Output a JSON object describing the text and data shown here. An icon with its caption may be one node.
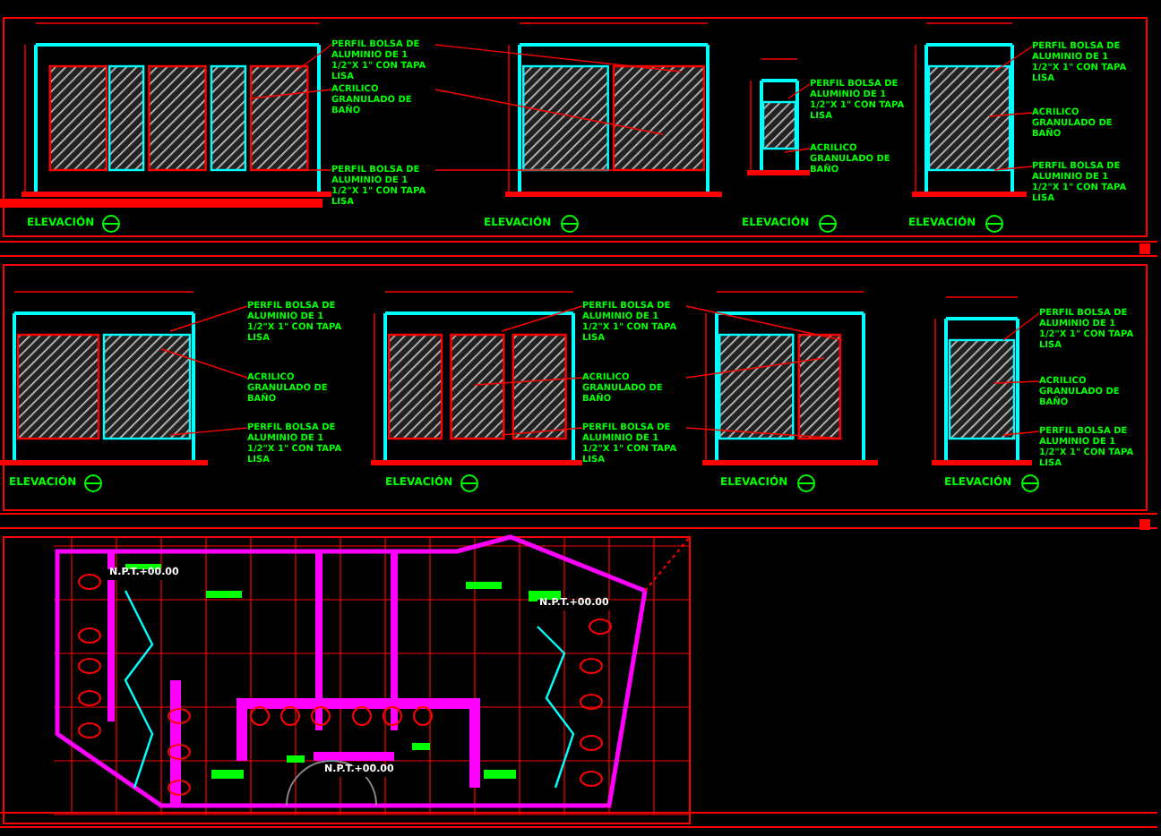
{
  "diagram": {
    "nodes": [
      {
        "text": [
          "PERFIL BOLSA DE ALUMINIO DE 1 1/2\"X 1\" CON TAPA LISA"
        ]
      },
      {
        "text": [
          "ACRILICO GRANULADO DE BAÑO"
        ]
      },
      {
        "text": [
          "PERFIL BOLSA DE ALUMINIO DE 1 1/2\"X 1\" CON TAPA LISA"
        ]
      },
      {
        "text": [
          "PERFIL BOLSA DE ALUMINIO DE 1 1/2\"X 1\" CON TAPA LISA"
        ]
      },
      {
        "text": [
          "ACRILICO GRANULADO DE BAÑO"
        ]
      },
      {
        "text": [
          "PERFIL BOLSA DE ALUMINIO DE 1 1/2\"X 1\" CON TAPA LISA"
        ]
      },
      {
        "text": [
          "ACRILICO GRANULADO DE BAÑO"
        ]
      },
      {
        "text": [
          "PERFIL BOLSA DE ALUMINIO DE 1 1/2\"X 1\" CON TAPA LISA"
        ]
      },
      {
        "text": [
          "PERFIL BOLSA DE ALUMINIO DE 1 1/2\"X 1\" CON TAPA LISA"
        ]
      },
      {
        "text": [
          "ACRILICO GRANULADO DE BAÑO"
        ]
      },
      {
        "text": [
          "PERFIL BOLSA DE ALUMINIO DE 1 1/2\"X 1\" CON TAPA LISA"
        ]
      },
      {
        "text": [
          "PERFIL BOLSA DE ALUMINIO DE 1 1/2\"X 1\" CON TAPA LISA"
        ]
      },
      {
        "text": [
          "ACRILICO GRANULADO DE BAÑO"
        ]
      },
      {
        "text": [
          "PERFIL BOLSA DE ALUMINIO DE 1 1/2\"X 1\" CON TAPA LISA"
        ]
      },
      {
        "text": [
          "PERFIL BOLSA DE ALUMINIO DE 1 1/2\"X 1\" CON TAPA LISA"
        ]
      },
      {
        "text": [
          "ACRILICO GRANULADO DE BAÑO"
        ]
      },
      {
        "text": [
          "PERFIL BOLSA DE ALUMINIO DE 1 1/2\"X 1\" CON TAPA LISA"
        ]
      }
    ],
    "edges": [
      {
        "from": 0,
        "to": null,
        "arrow": "none"
      },
      {
        "from": 0,
        "to": null,
        "arrow": "none"
      },
      {
        "from": 1,
        "to": null,
        "arrow": "none"
      },
      {
        "from": 1,
        "to": null,
        "arrow": "none"
      },
      {
        "from": 2,
        "to": null,
        "arrow": "none"
      },
      {
        "from": 2,
        "to": null,
        "arrow": "none"
      },
      {
        "from": 3,
        "to": null,
        "arrow": "none"
      },
      {
        "from": 4,
        "to": null,
        "arrow": "none"
      },
      {
        "from": 5,
        "to": null,
        "arrow": "none"
      },
      {
        "from": 6,
        "to": null,
        "arrow": "none"
      },
      {
        "from": 7,
        "to": null,
        "arrow": "none"
      },
      {
        "from": 8,
        "to": null,
        "arrow": "none"
      },
      {
        "from": 9,
        "to": null,
        "arrow": "none"
      },
      {
        "from": 10,
        "to": null,
        "arrow": "none"
      },
      {
        "from": 11,
        "to": null,
        "arrow": "none"
      },
      {
        "from": 11,
        "to": null,
        "arrow": "none"
      },
      {
        "from": 12,
        "to": null,
        "arrow": "none"
      },
      {
        "from": 12,
        "to": null,
        "arrow": "none"
      },
      {
        "from": 13,
        "to": null,
        "arrow": "none"
      },
      {
        "from": 13,
        "to": null,
        "arrow": "none"
      },
      {
        "from": 14,
        "to": null,
        "arrow": "none"
      },
      {
        "from": 15,
        "to": null,
        "arrow": "none"
      },
      {
        "from": 16,
        "to": null,
        "arrow": "none"
      }
    ],
    "labels": [
      "ELEVACIÓN",
      "ELEVACIÓN",
      "ELEVACIÓN",
      "ELEVACIÓN",
      "ELEVACIÓN",
      "ELEVACIÓN",
      "ELEVACIÓN",
      "ELEVACIÓN",
      "N.P.T.+00.00",
      "N.P.T.+00.00",
      "N.P.T.+00.00"
    ]
  }
}
